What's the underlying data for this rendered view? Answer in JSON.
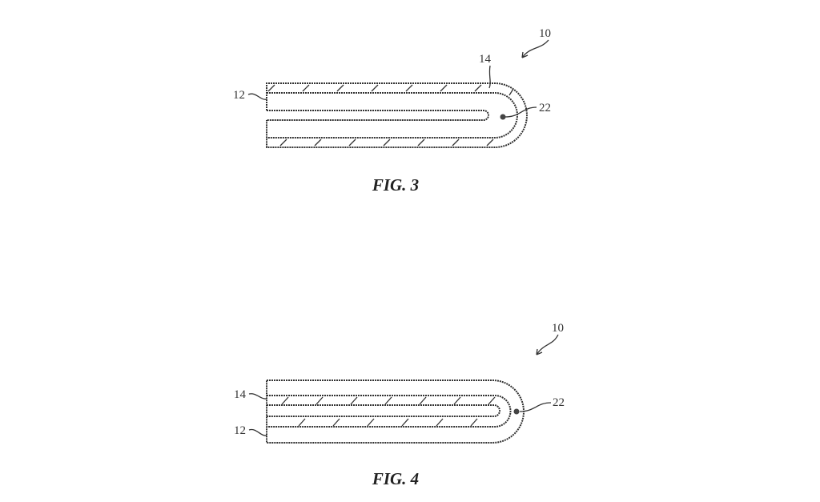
{
  "figures": [
    {
      "caption": "FIG. 3",
      "labels": {
        "device": "10",
        "layer": "14",
        "body": "12",
        "point": "22"
      }
    },
    {
      "caption": "FIG. 4",
      "labels": {
        "device": "10",
        "layer": "14",
        "body": "12",
        "point": "22"
      }
    }
  ],
  "colors": {
    "line": "#333333",
    "background": "#ffffff"
  }
}
